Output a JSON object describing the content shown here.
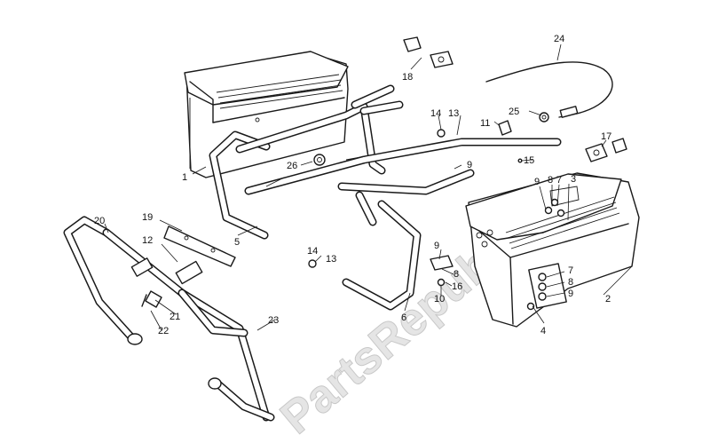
{
  "watermark": "PartsRepublik",
  "colors": {
    "ink": "#1a1a1a",
    "background": "#ffffff",
    "watermark": "#dcdcdc"
  },
  "callouts": {
    "c1": "1",
    "c2": "2",
    "c3": "3",
    "c4": "4",
    "c5": "5",
    "c6": "6",
    "c7a": "7",
    "c7b": "7",
    "c8a": "8",
    "c8b": "8",
    "c8c": "8",
    "c9a": "9",
    "c9b": "9",
    "c9c": "9",
    "c9d": "9",
    "c10": "10",
    "c11": "11",
    "c12": "12",
    "c13a": "13",
    "c13b": "13",
    "c14a": "14",
    "c14b": "14",
    "c15": "15",
    "c16": "16",
    "c17": "17",
    "c18": "18",
    "c19": "19",
    "c20": "20",
    "c21": "21",
    "c22": "22",
    "c23": "23",
    "c24": "24",
    "c25": "25",
    "c26": "26"
  }
}
